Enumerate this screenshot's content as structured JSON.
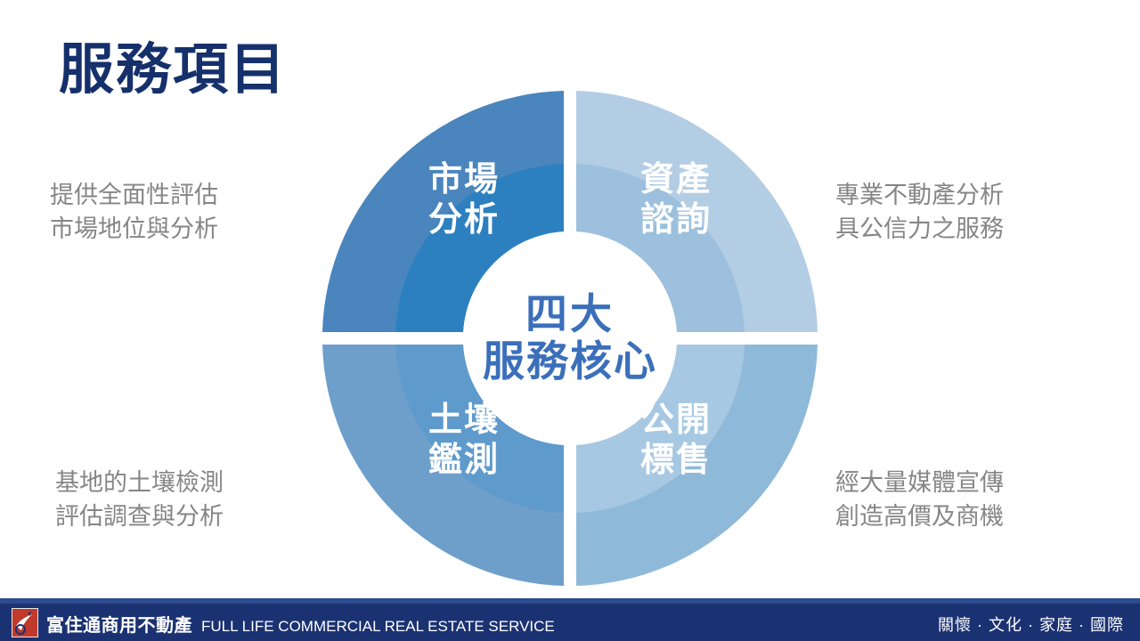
{
  "slide": {
    "title": "服務項目",
    "background": "#ffffff",
    "title_color": "#15306b"
  },
  "descriptions": {
    "top_left": {
      "line1": "提供全面性評估",
      "line2": "市場地位與分析"
    },
    "top_right": {
      "line1": "專業不動產分析",
      "line2": "具公信力之服務"
    },
    "bottom_left": {
      "line1": "基地的土壤檢測",
      "line2": "評估調查與分析"
    },
    "bottom_right": {
      "line1": "經大量媒體宣傳",
      "line2": "創造高價及商機"
    }
  },
  "chart_data": {
    "type": "pie",
    "title": "四大服務核心",
    "center_label_line1": "四大",
    "center_label_line2": "服務核心",
    "center_label_color": "#3b6fba",
    "legend": "none",
    "grid": false,
    "categories": [
      "市場分析",
      "資產諮詢",
      "公開標售",
      "土壤鑑測"
    ],
    "values": [
      25,
      25,
      25,
      25
    ],
    "slices": [
      {
        "label_line1": "市場",
        "label_line2": "分析",
        "value": 25,
        "quadrant": "top-left",
        "outer_color": "#4a85bd",
        "inner_color": "#2d80bf",
        "text_color": "#ffffff"
      },
      {
        "label_line1": "資產",
        "label_line2": "諮詢",
        "value": 25,
        "quadrant": "top-right",
        "outer_color": "#b3cde4",
        "inner_color": "#9cc0dd",
        "text_color": "#ffffff"
      },
      {
        "label_line1": "公開",
        "label_line2": "標售",
        "value": 25,
        "quadrant": "bottom-right",
        "outer_color": "#8fb9d9",
        "inner_color": "#a7c8e2",
        "text_color": "#ffffff"
      },
      {
        "label_line1": "土壤",
        "label_line2": "鑑測",
        "value": 25,
        "quadrant": "bottom-left",
        "outer_color": "#6e9fcb",
        "inner_color": "#5e9acb",
        "text_color": "#ffffff"
      }
    ]
  },
  "footer": {
    "logo_name": "company-logo",
    "brand_cn": "富住通商用不動產",
    "brand_en": "FULL LIFE COMMERCIAL REAL ESTATE SERVICE",
    "tagline": "關懷 · 文化 · 家庭 · 國際",
    "bar_color": "#1b3272",
    "accent_color": "#2b4a8f",
    "logo_color": "#c0392b"
  }
}
